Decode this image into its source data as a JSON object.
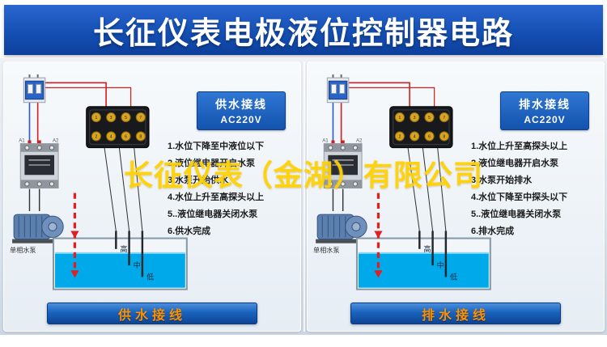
{
  "title": "长征仪表电极液位控制器电路",
  "watermark": "长征仪表（金湖）有限公司",
  "colors": {
    "banner_blue": "#1450b4",
    "badge_blue": "#1768c9",
    "bottom_banner_blue": "#1563bd",
    "accent_orange": "#ff9100",
    "watermark_gold": "#ffd200",
    "water_blue": "#00a9ea",
    "wire_red": "#d42020",
    "wire_blue": "#2b5cc8"
  },
  "panels": [
    {
      "badge": {
        "line1": "供水接线",
        "line2": "AC220V"
      },
      "steps": [
        "1.水位下降至中液位以下",
        "2.液位继电器开启水泵",
        "3.水泵开始供水",
        "4.水位上升至高探头以上",
        "5..液位继电器关闭水泵",
        "6.供水完成"
      ],
      "pump_label": "单相水泵",
      "probes": {
        "high": "高",
        "mid": "中",
        "low": "低"
      },
      "contactor_terminals": {
        "a1": "A1",
        "a2": "A2"
      },
      "relay_terminals": [
        "1",
        "3",
        "5",
        "7",
        "2",
        "4",
        "6",
        "8"
      ],
      "bottom_label": "供水接线"
    },
    {
      "badge": {
        "line1": "排水接线",
        "line2": "AC220V"
      },
      "steps": [
        "1.水位上升至高探头以上",
        "2.液位继电器开启水泵",
        "3.水泵开始排水",
        "4.水位下降至中探头以下",
        "5..液位继电器关闭水泵",
        "6.排水完成"
      ],
      "pump_label": "单相水泵",
      "probes": {
        "high": "高",
        "mid": "中",
        "low": "低"
      },
      "contactor_terminals": {
        "a1": "A1",
        "a2": "A2"
      },
      "relay_terminals": [
        "1",
        "3",
        "5",
        "7",
        "2",
        "4",
        "6",
        "8"
      ],
      "bottom_label": "排水接线"
    }
  ]
}
